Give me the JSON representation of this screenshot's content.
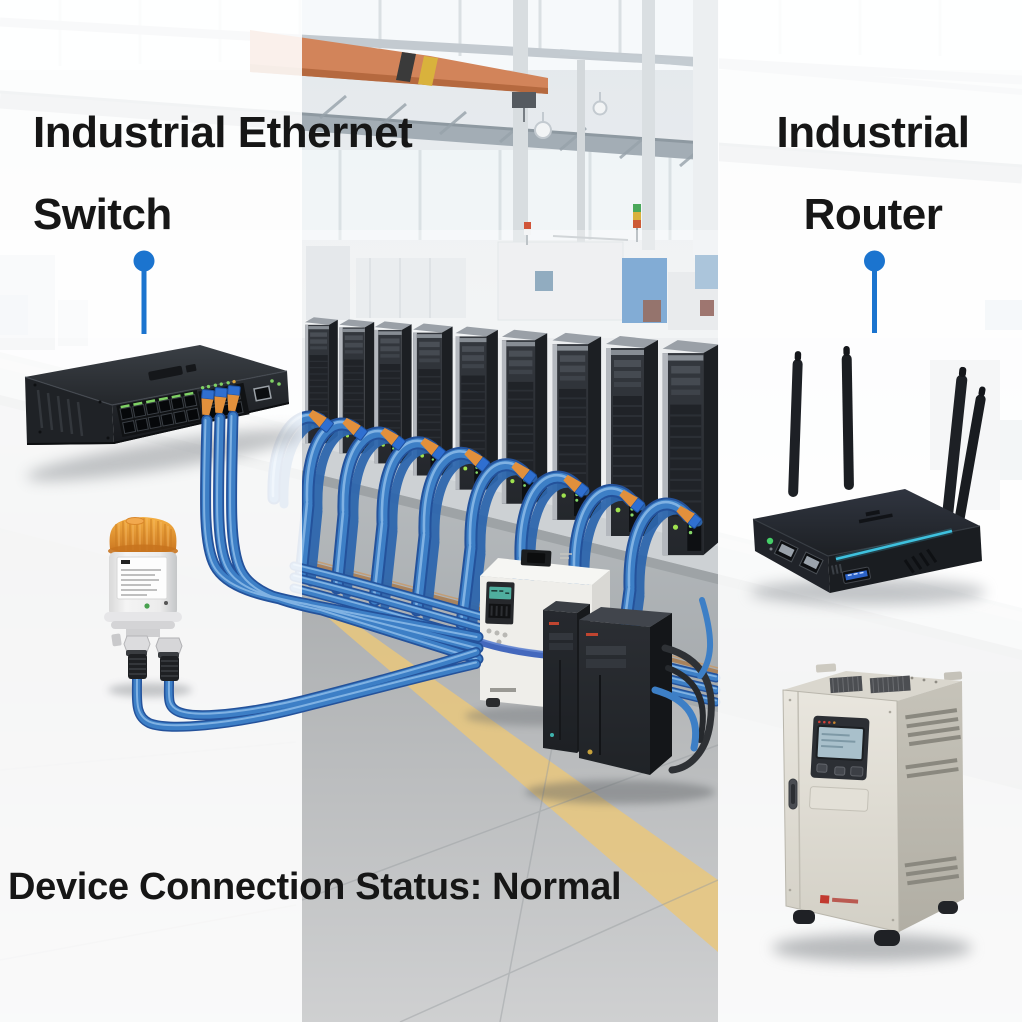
{
  "labels": {
    "switch": {
      "line1": "Industrial Ethernet",
      "line2": "Switch"
    },
    "router": {
      "line1": "Industrial",
      "line2": "Router"
    },
    "status": "Device Connection Status: Normal"
  },
  "colors": {
    "label_text": "#161616",
    "callout_blue": "#1b74cf",
    "cable_blue": "#3d7fc6",
    "connector_orange": "#e2903c",
    "sensor_cap_orange": "#e8912d",
    "router_accent_stripe": "#3ec1de",
    "floor_stripe_yellow": "#e9c77c"
  },
  "scene": {
    "devices": [
      "industrial-ethernet-switch",
      "industrial-router",
      "sensor-unit",
      "server-tower-row",
      "blue-ethernet-cables",
      "control-box",
      "desktop-pc-towers",
      "ups-power-cabinet",
      "factory-interior-background"
    ]
  }
}
